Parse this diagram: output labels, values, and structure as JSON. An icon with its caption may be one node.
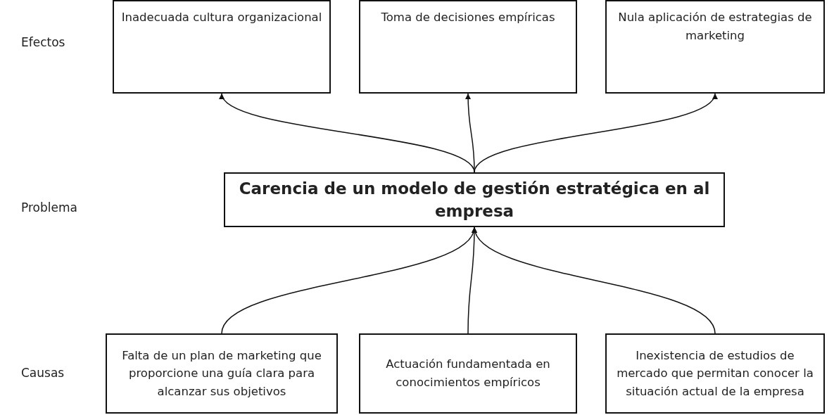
{
  "diagram": {
    "nodes": [
      {
        "text": [
          "Inadecuada cultura organizacional"
        ]
      },
      {
        "text": [
          "Toma de decisiones empíricas"
        ]
      },
      {
        "text": [
          "Nula aplicación de estrategias de marketing"
        ]
      },
      {
        "text": [
          "Carencia de un modelo de gestión estratégica en al empresa"
        ]
      },
      {
        "text": [
          "Falta de un plan de marketing que proporcione una guía clara para alcanzar sus objetivos"
        ]
      },
      {
        "text": [
          "Actuación fundamentada en conocimientos empíricos"
        ]
      },
      {
        "text": [
          "Inexistencia de estudios de mercado que permitan conocer la situación actual de la empresa"
        ]
      }
    ],
    "edges": [
      {
        "from": 3,
        "to": 0,
        "arrow": "to"
      },
      {
        "from": 3,
        "to": 1,
        "arrow": "to"
      },
      {
        "from": 3,
        "to": 2,
        "arrow": "to"
      },
      {
        "from": 4,
        "to": 3,
        "arrow": "to"
      },
      {
        "from": 5,
        "to": 3,
        "arrow": "to"
      },
      {
        "from": 6,
        "to": 3,
        "arrow": "to"
      }
    ],
    "labels": [
      "Efectos",
      "Problema",
      "Causas"
    ]
  }
}
